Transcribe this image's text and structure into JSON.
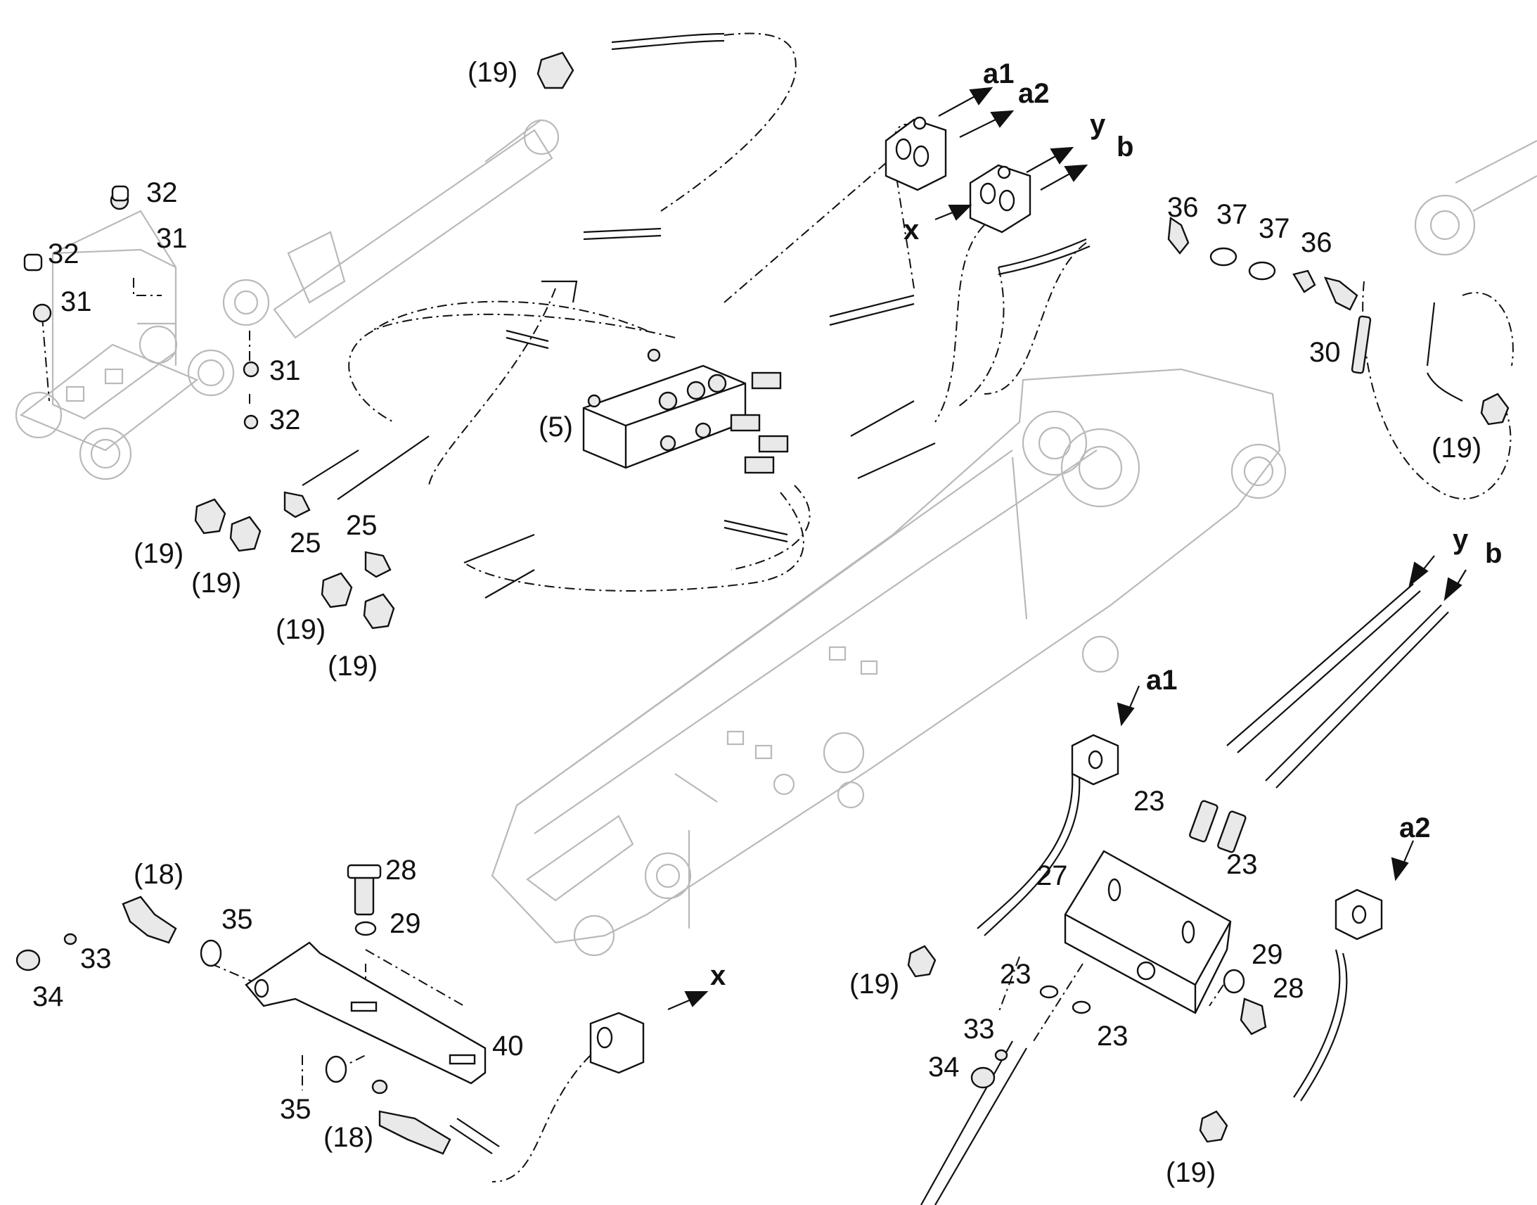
{
  "callouts": {
    "p19": "(19)",
    "p5": "(5)",
    "p18": "(18)",
    "p23": "23",
    "p25": "25",
    "p27": "27",
    "p28": "28",
    "p29": "29",
    "p30": "30",
    "p31": "31",
    "p32": "32",
    "p33": "33",
    "p34": "34",
    "p35": "35",
    "p36": "36",
    "p37": "37",
    "p40": "40"
  },
  "refs": {
    "a1": "a1",
    "a2": "a2",
    "b": "b",
    "x": "x",
    "y": "y"
  }
}
